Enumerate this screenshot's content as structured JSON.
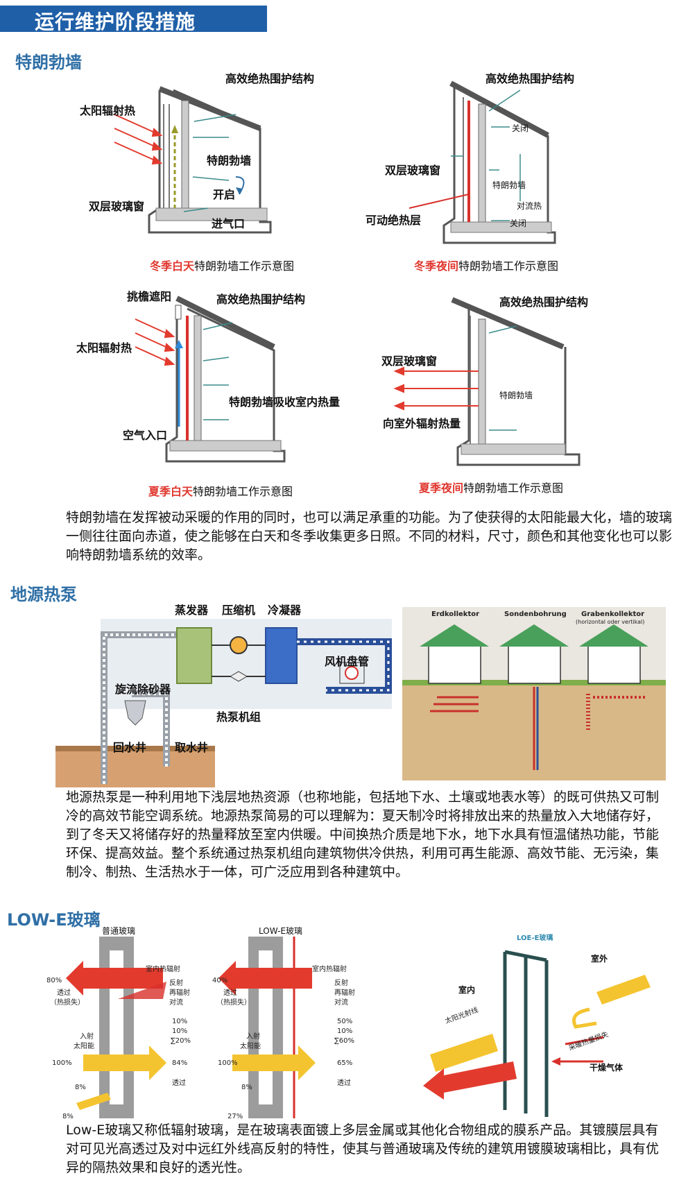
{
  "header": {
    "title": "运行维护阶段措施"
  },
  "trombe": {
    "section_title": "特朗勃墙",
    "winter_day": {
      "labels": {
        "envelope": "高效绝热围护结构",
        "solar": "太阳辐射热",
        "wall": "特朗勃墙",
        "open": "开启",
        "glazing": "双层玻璃窗",
        "inlet": "进气口"
      },
      "caption_red": "冬季白天",
      "caption_rest": "特朗勃墙工作示意图"
    },
    "winter_night": {
      "labels": {
        "envelope": "高效绝热围护结构",
        "closed_top": "关闭",
        "glazing": "双层玻璃窗",
        "wall": "特朗勃墙",
        "convection": "对流热",
        "insulation": "可动绝热层",
        "closed_bottom": "关闭"
      },
      "caption_red": "冬季夜间",
      "caption_rest": "特朗勃墙工作示意图"
    },
    "summer_day": {
      "labels": {
        "overhang": "挑檐遮阳",
        "envelope": "高效绝热围护结构",
        "solar": "太阳辐射热",
        "absorb": "特朗勃墙吸收室内热量",
        "air_inlet": "空气入口"
      },
      "caption_red": "夏季白天",
      "caption_rest": "特朗勃墙工作示意图"
    },
    "summer_night": {
      "labels": {
        "envelope": "高效绝热围护结构",
        "glazing": "双层玻璃窗",
        "wall": "特朗勃墙",
        "radiate": "向室外辐射热量"
      },
      "caption_red": "夏季夜间",
      "caption_rest": "特朗勃墙工作示意图"
    },
    "paragraph": "特朗勃墙在发挥被动采暖的作用的同时，也可以满足承重的功能。为了使获得的太阳能最大化，墙的玻璃一侧往往面向赤道，使之能够在白天和冬季收集更多日照。不同的材料，尺寸，颜色和其他变化也可以影响特朗勃墙系统的效率。"
  },
  "heatpump": {
    "section_title": "地源热泵",
    "labels": {
      "evaporator": "蒸发器",
      "compressor": "压缩机",
      "condenser": "冷凝器",
      "fan_coil": "风机盘管",
      "separator": "旋流除砂器",
      "unit": "热泵机组",
      "return_well": "回水井",
      "supply_well": "取水井"
    },
    "german": {
      "a": "Erdkollektor",
      "b": "Sondenbohrung",
      "c": "Grabenkollektor",
      "c_sub": "(horizontal oder vertikal)"
    },
    "paragraph": "地源热泵是一种利用地下浅层地热资源（也称地能，包括地下水、土壤或地表水等）的既可供热又可制冷的高效节能空调系统。地源热泵简易的可以理解为：夏天制冷时将排放出来的热量放入大地储存好，到了冬天又将储存好的热量释放至室内供暖。中间换热介质是地下水，地下水具有恒温储热功能，节能环保、提高效益。整个系统通过热泵机组向建筑物供冷供热，利用可再生能源、高效节能、无污染，集制冷、制热、生活热水于一体，可广泛应用到各种建筑中。"
  },
  "lowe": {
    "section_title": "LOW-E玻璃",
    "plain": {
      "title": "普通玻璃",
      "loss_pct": "80%",
      "loss_text1": "透过",
      "loss_text2": "（热损失）",
      "indoor": "室内热辐射",
      "reflect": "反射",
      "reradiate": "再辐射",
      "convect": "对流",
      "v1": "10%",
      "v2": "10%",
      "sum": "∑20%",
      "incident1": "入射",
      "incident2": "太阳能",
      "in_pct": "100%",
      "out_pct": "84%",
      "transmit": "透过",
      "p8a": "8%",
      "p8b": "8%"
    },
    "lowe_glass": {
      "title": "LOW-E玻璃",
      "loss_pct": "40%",
      "loss_text1": "透过",
      "loss_text2": "（热损失）",
      "indoor": "室内热辐射",
      "reflect": "反射",
      "reradiate": "再辐射",
      "convect": "对流",
      "v1": "50%",
      "v2": "10%",
      "sum": "∑60%",
      "incident1": "入射",
      "incident2": "太阳能",
      "in_pct": "100%",
      "out_pct": "65%",
      "transmit": "透过",
      "p8": "8%",
      "p27": "27%"
    },
    "diagram": {
      "title": "LOE-E玻璃",
      "outdoor": "室外",
      "indoor": "室内",
      "sunlight": "太阳光射线",
      "heat_loss": "采暖热量损失",
      "dry_gas": "干燥气体"
    },
    "paragraph": "Low-E玻璃又称低辐射玻璃，是在玻璃表面镀上多层金属或其他化合物组成的膜系产品。其镀膜层具有对可见光高透过及对中远红外线高反射的特性，使其与普通玻璃及传统的建筑用镀膜玻璃相比，具有优异的隔热效果和良好的透光性。"
  },
  "colors": {
    "accent_blue": "#1f5fa8",
    "section_blue": "#2f6fa6",
    "caption_red": "#e0372f",
    "arrow_red": "#e23b2e",
    "arrow_yellow": "#f4c430"
  }
}
